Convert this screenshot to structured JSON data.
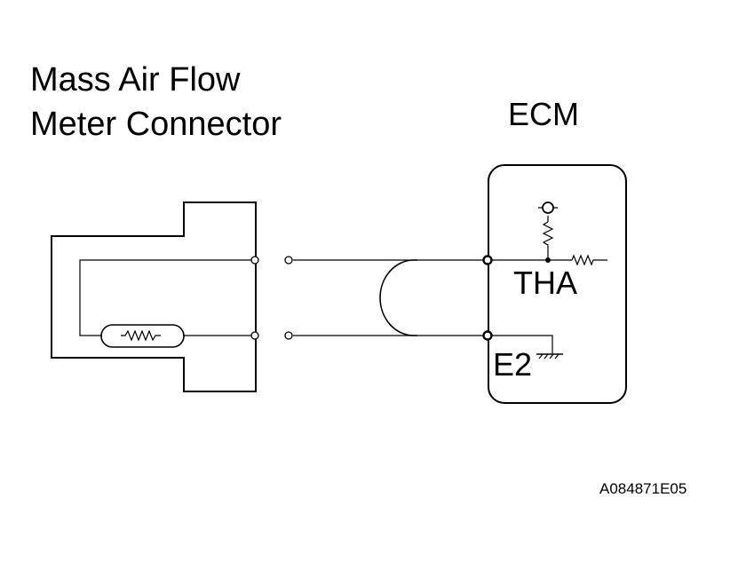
{
  "title": {
    "line1": "Mass Air Flow",
    "line2": "Meter Connector"
  },
  "ecm": {
    "label": "ECM",
    "terminals": {
      "tha": "THA",
      "e2": "E2"
    }
  },
  "figure_code": "A084871E05",
  "colors": {
    "line": "#000000",
    "background": "#ffffff"
  }
}
